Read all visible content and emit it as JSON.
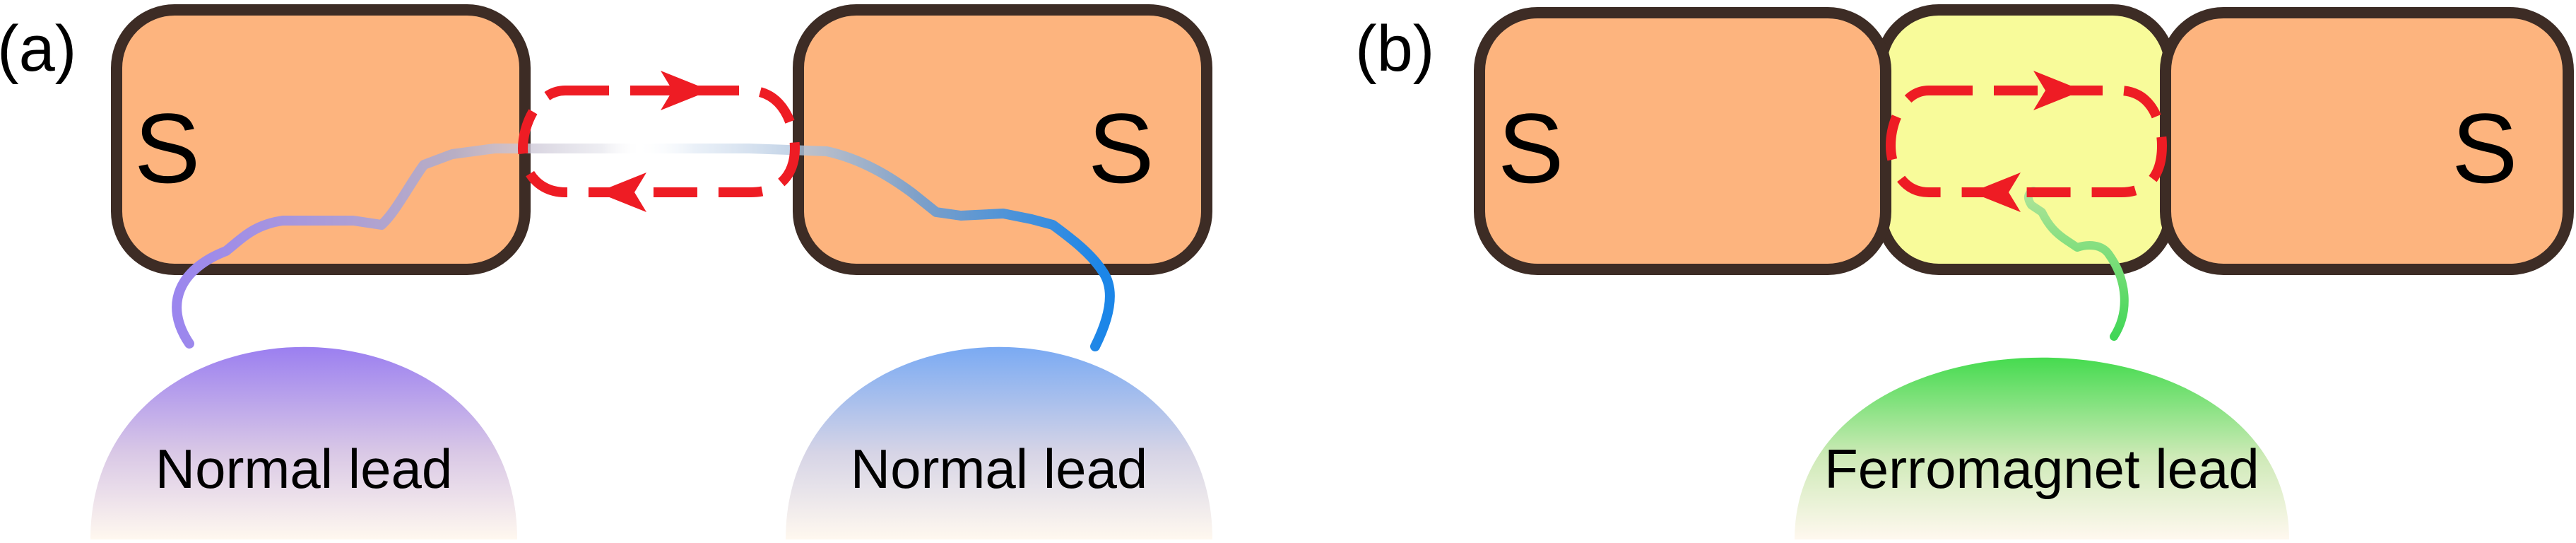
{
  "panel_a": {
    "label": "(a)",
    "superconductor_left": "S",
    "superconductor_right": "S",
    "lead_left": "Normal lead",
    "lead_right": "Normal lead"
  },
  "panel_b": {
    "label": "(b)",
    "superconductor_left": "S",
    "superconductor_right": "S",
    "lead": "Ferromagnet lead"
  },
  "colors": {
    "superconductor": "#fdb47e",
    "junction": "#f8fb9a",
    "outline": "#3d2c25",
    "loop": "#ee1c24",
    "lead_violet": "#9b7ff0",
    "lead_blue": "#6ea8f2",
    "lead_green": "#52dc5c"
  }
}
